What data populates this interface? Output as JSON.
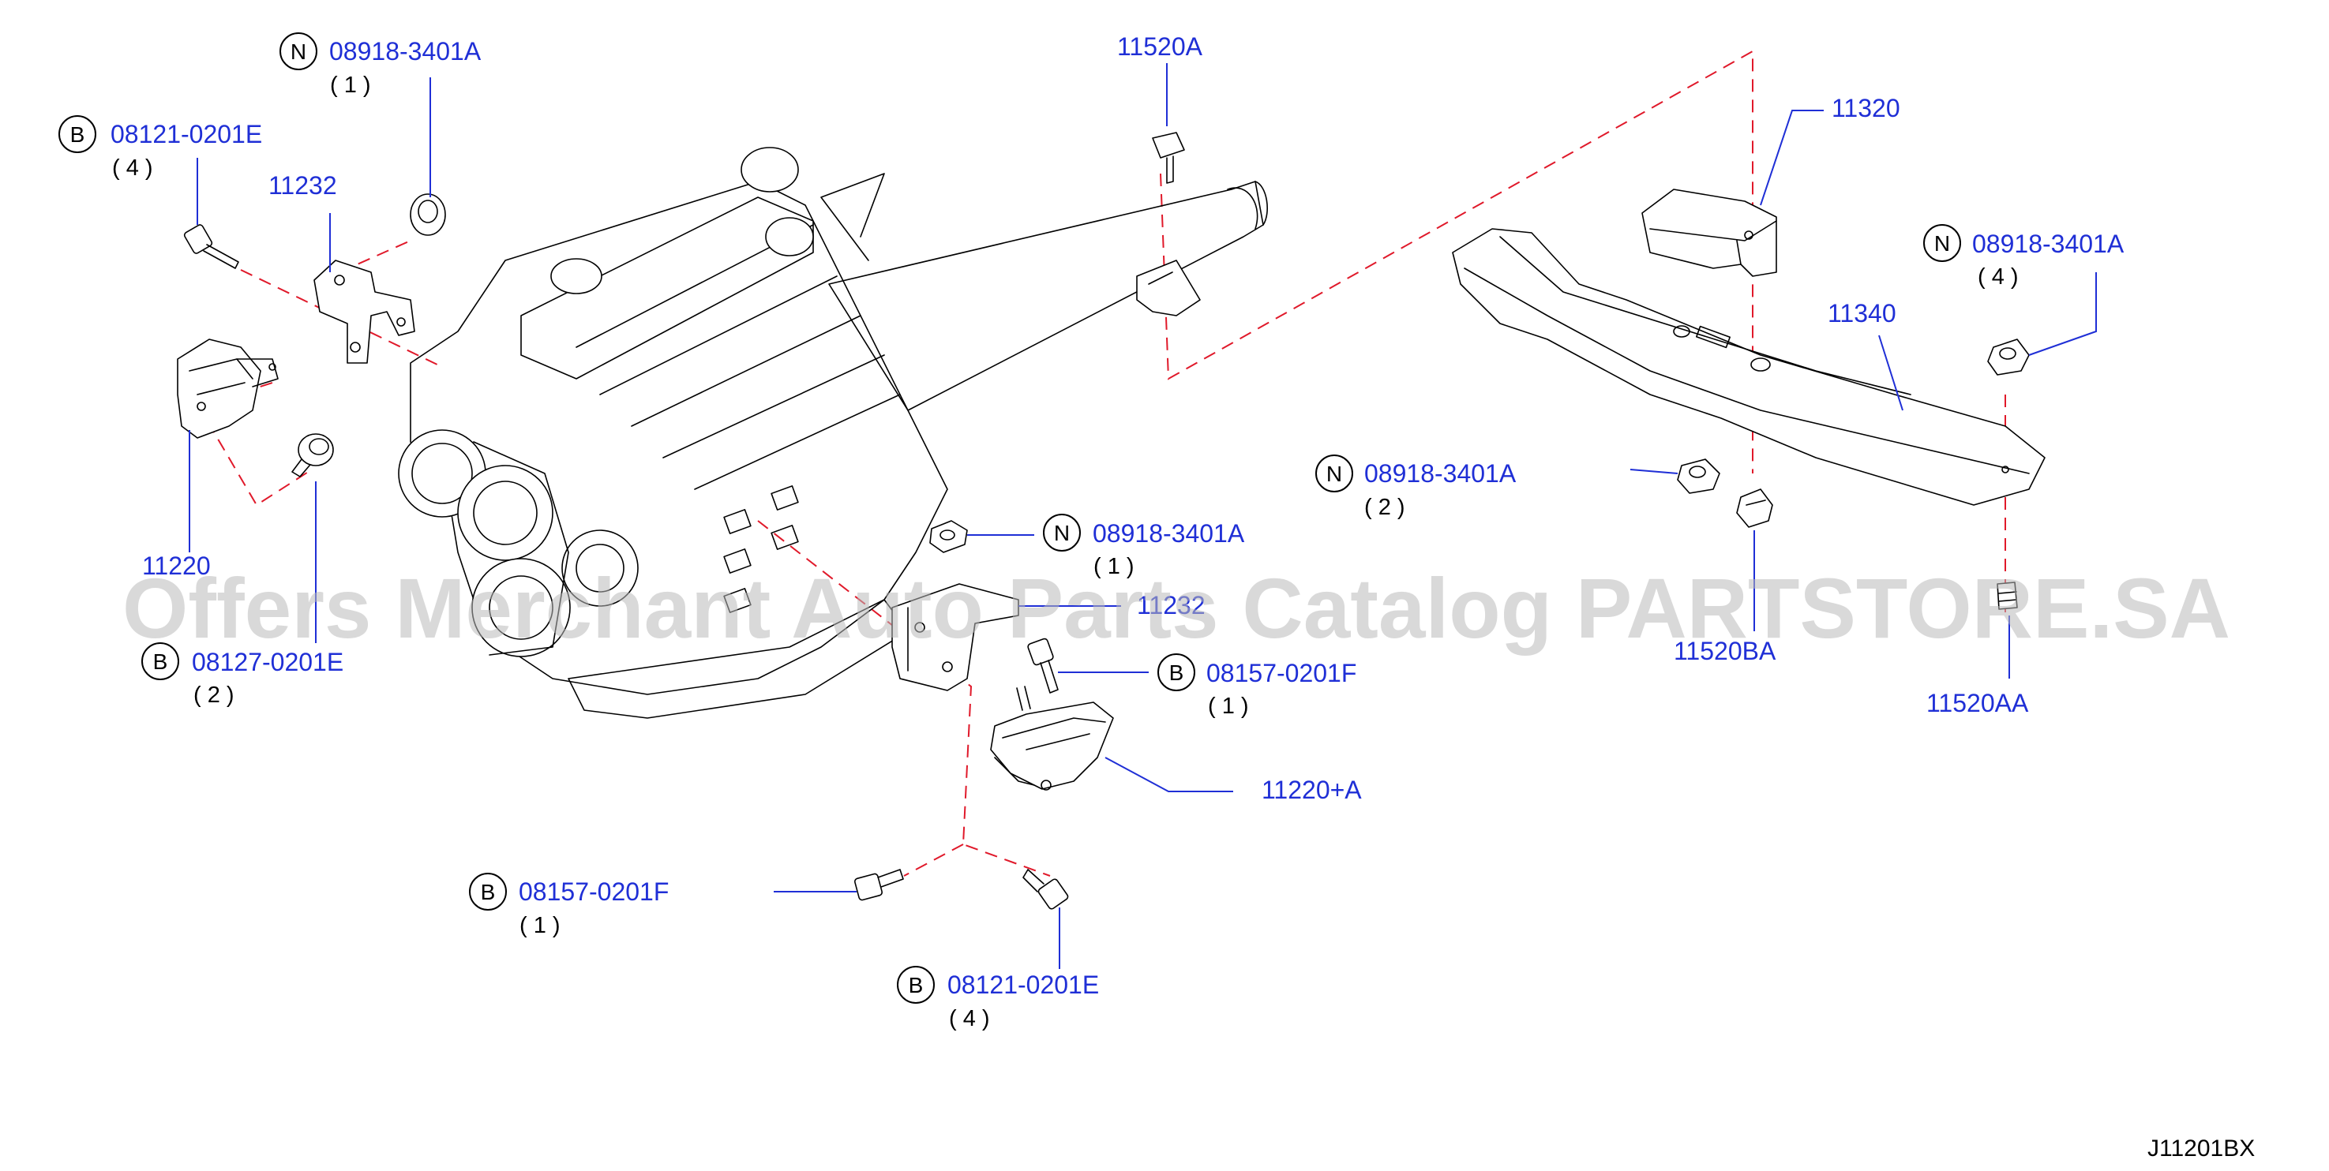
{
  "diagram_code": "J11201BX",
  "watermark": "Offers Merchant Auto Parts Catalog PARTSTORE.SA",
  "callouts": [
    {
      "id": "c1",
      "prefix": "N",
      "part": "08918-3401A",
      "qty": "( 1 )"
    },
    {
      "id": "c2",
      "prefix": "B",
      "part": "08121-0201E",
      "qty": "( 4 )"
    },
    {
      "id": "c3",
      "prefix": "",
      "part": "11232",
      "qty": ""
    },
    {
      "id": "c4",
      "prefix": "",
      "part": "11520A",
      "qty": ""
    },
    {
      "id": "c5",
      "prefix": "",
      "part": "11320",
      "qty": ""
    },
    {
      "id": "c6",
      "prefix": "N",
      "part": "08918-3401A",
      "qty": "( 4 )"
    },
    {
      "id": "c7",
      "prefix": "",
      "part": "11340",
      "qty": ""
    },
    {
      "id": "c8",
      "prefix": "N",
      "part": "08918-3401A",
      "qty": "( 2 )"
    },
    {
      "id": "c9",
      "prefix": "N",
      "part": "08918-3401A",
      "qty": "( 1 )"
    },
    {
      "id": "c10",
      "prefix": "",
      "part": "11220",
      "qty": ""
    },
    {
      "id": "c11",
      "prefix": "",
      "part": "11232",
      "qty": ""
    },
    {
      "id": "c12",
      "prefix": "B",
      "part": "08127-0201E",
      "qty": "( 2 )"
    },
    {
      "id": "c13",
      "prefix": "B",
      "part": "08157-0201F",
      "qty": "( 1 )"
    },
    {
      "id": "c14",
      "prefix": "",
      "part": "11520BA",
      "qty": ""
    },
    {
      "id": "c15",
      "prefix": "",
      "part": "11520AA",
      "qty": ""
    },
    {
      "id": "c16",
      "prefix": "",
      "part": "11220+A",
      "qty": ""
    },
    {
      "id": "c17",
      "prefix": "B",
      "part": "08157-0201F",
      "qty": "( 1 )"
    },
    {
      "id": "c18",
      "prefix": "B",
      "part": "08121-0201E",
      "qty": "( 4 )"
    }
  ]
}
